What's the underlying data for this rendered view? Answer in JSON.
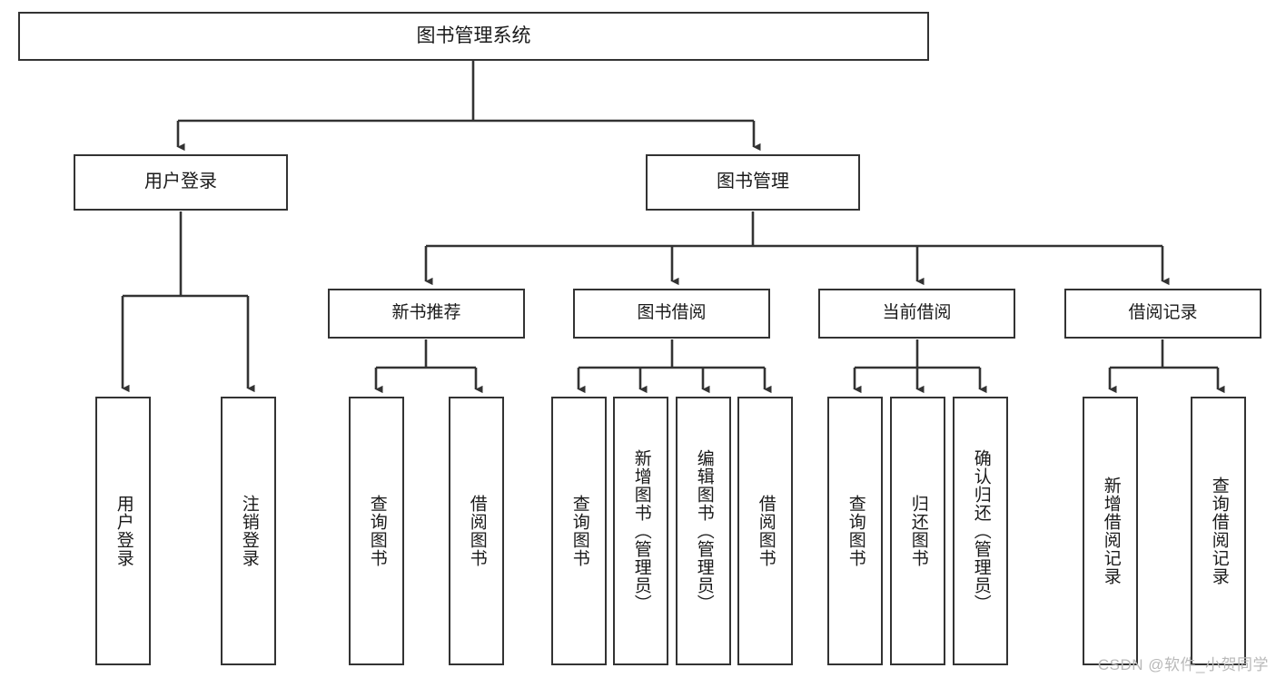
{
  "diagram": {
    "type": "tree",
    "title": "图书管理系统",
    "orientation": "top-down",
    "edge_color": "#333333",
    "node_border_color": "#333333",
    "node_fill_color": "#ffffff",
    "text_color": "#1a1a1a"
  },
  "nodes": {
    "root": {
      "label": "图书管理系统"
    },
    "level2": [
      {
        "label": "用户登录"
      },
      {
        "label": "图书管理"
      }
    ],
    "level3": [
      {
        "label": "新书推荐"
      },
      {
        "label": "图书借阅"
      },
      {
        "label": "当前借阅"
      },
      {
        "label": "借阅记录"
      }
    ],
    "leaves": [
      {
        "label": "用户登录"
      },
      {
        "label": "注销登录"
      },
      {
        "label": "查询图书"
      },
      {
        "label": "借阅图书"
      },
      {
        "label": "查询图书"
      },
      {
        "label": "新增图书（管理员）"
      },
      {
        "label": "编辑图书（管理员）"
      },
      {
        "label": "借阅图书"
      },
      {
        "label": "查询图书"
      },
      {
        "label": "归还图书"
      },
      {
        "label": "确认归还（管理员）"
      },
      {
        "label": "新增借阅记录"
      },
      {
        "label": "查询借阅记录"
      }
    ]
  },
  "watermark": {
    "text": "CSDN @软件_小贺同学"
  }
}
